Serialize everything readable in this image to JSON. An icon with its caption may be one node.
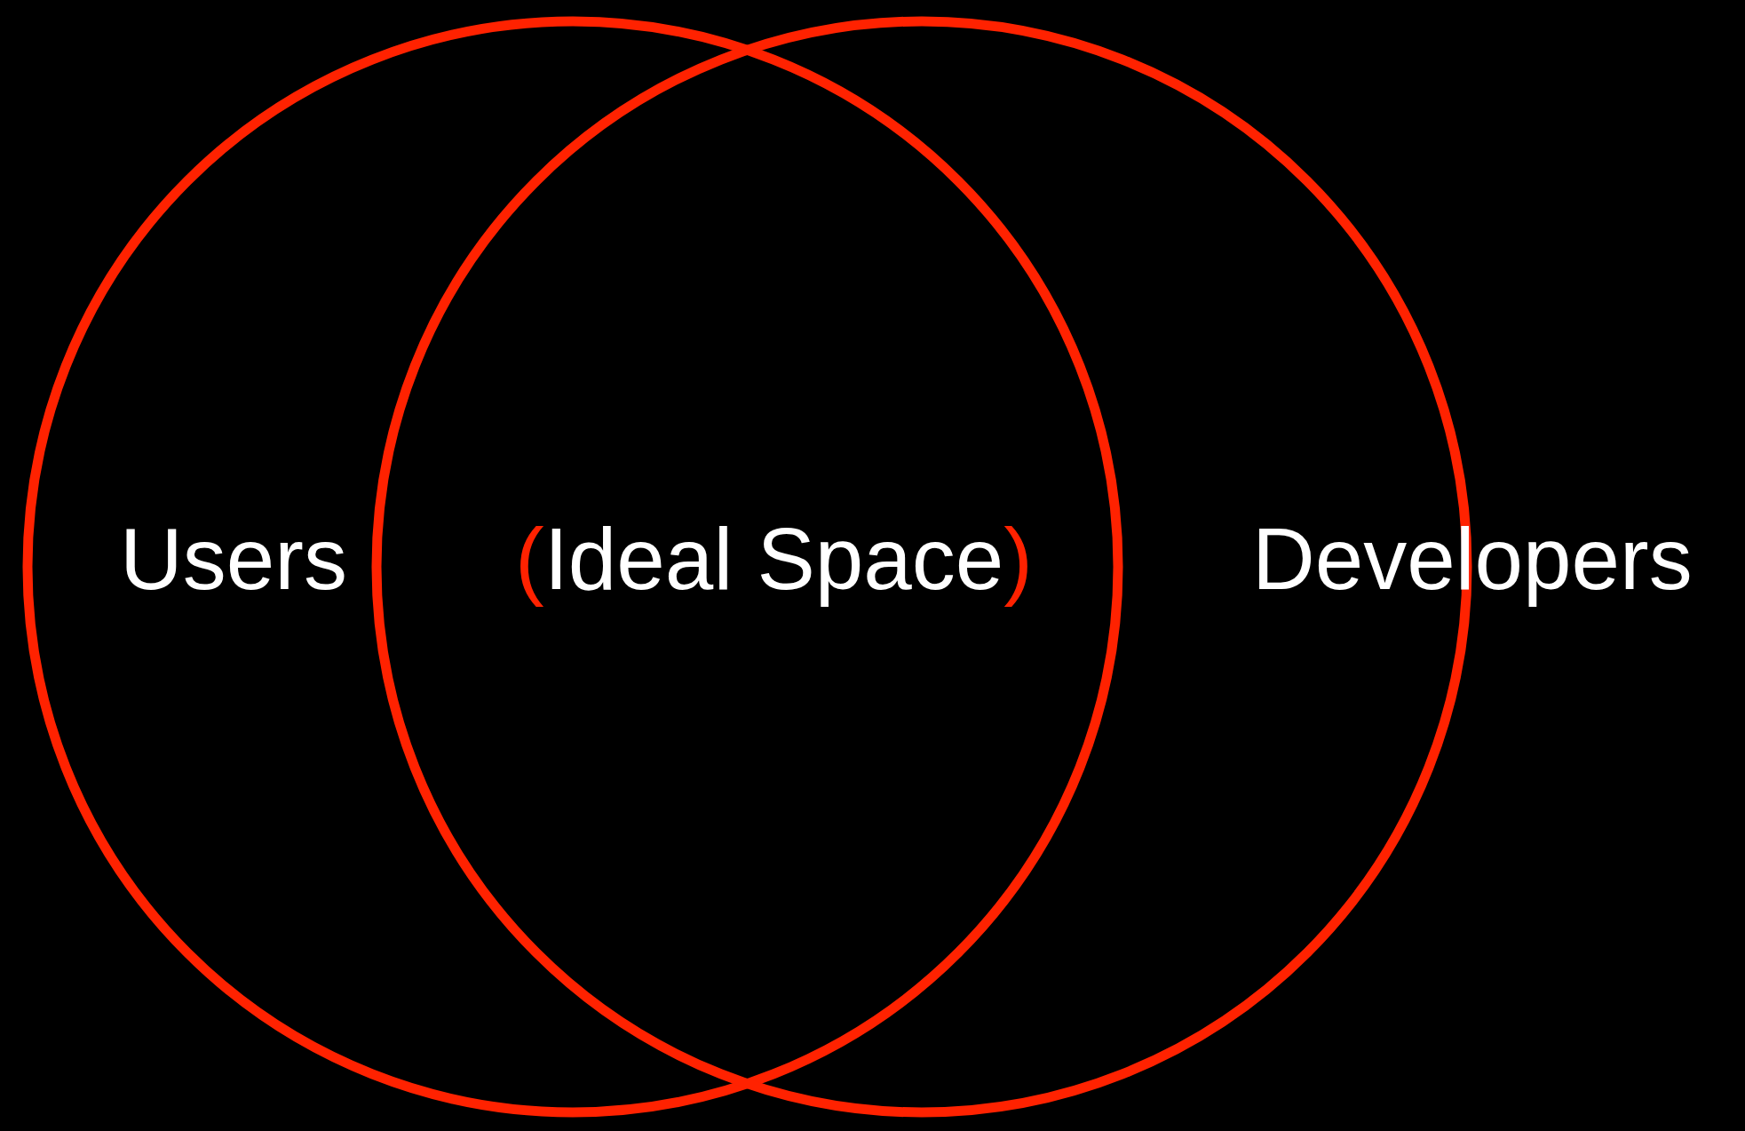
{
  "diagram": {
    "nodes": [
      {
        "text": [
          "Users"
        ]
      },
      {
        "text": [
          "Developers"
        ]
      }
    ],
    "labels": [
      "(Ideal Space)"
    ]
  }
}
